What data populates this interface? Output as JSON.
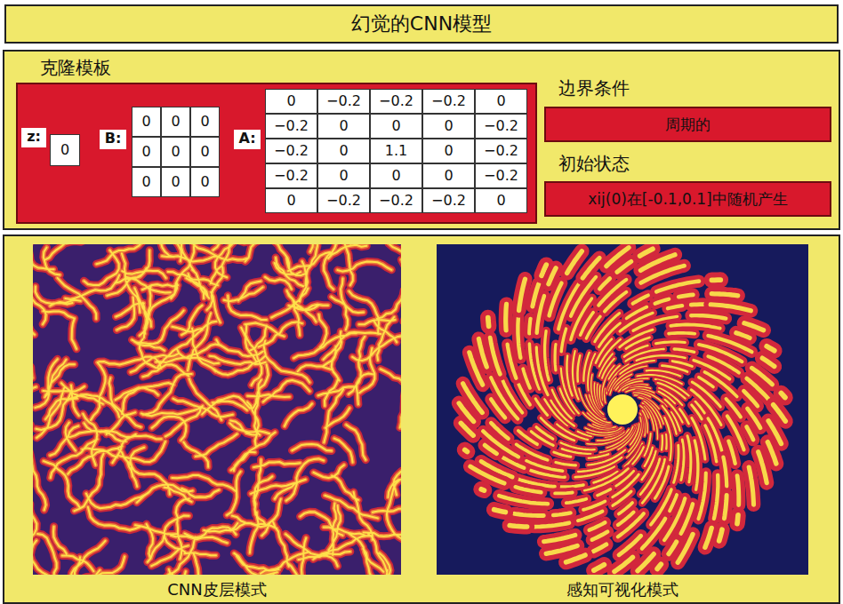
{
  "diagram": {
    "nodes": [
      {
        "text": [
          "幻觉的CNN模型"
        ]
      },
      {
        "text": [
          "克隆模板"
        ]
      },
      {
        "text": [
          "边界条件",
          "周期的"
        ]
      },
      {
        "text": [
          "初始状态",
          "xij(0)在[-0.1,0.1]中随机产生"
        ]
      },
      {
        "text": [
          "CNN皮层模式"
        ]
      },
      {
        "text": [
          "感知可视化模式"
        ]
      }
    ],
    "labels": [
      "z:",
      "0",
      "B:",
      "0",
      "0",
      "0",
      "0",
      "0",
      "0",
      "0",
      "0",
      "0",
      "A:",
      "0",
      "−0.2",
      "−0.2",
      "−0.2",
      "0",
      "−0.2",
      "0",
      "0",
      "0",
      "−0.2",
      "−0.2",
      "0",
      "1.1",
      "0",
      "−0.2",
      "−0.2",
      "0",
      "0",
      "0",
      "−0.2",
      "0",
      "−0.2",
      "−0.2",
      "−0.2",
      "0"
    ]
  }
}
